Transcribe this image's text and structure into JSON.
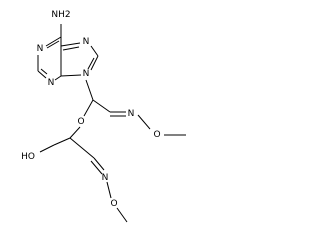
{
  "molecule": {
    "atoms": {
      "amine": "NH2",
      "n1": "N",
      "n3": "N",
      "n7": "N",
      "n9": "N",
      "n_ox1": "N",
      "o_ox1": "O",
      "o_ether": "O",
      "hydroxyl": "HO",
      "n_ox2": "N",
      "o_ox2": "O"
    }
  }
}
